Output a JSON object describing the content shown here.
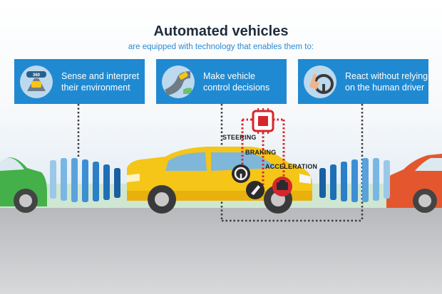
{
  "header": {
    "title": "Automated vehicles",
    "subtitle": "are equipped with technology that enables them to:"
  },
  "cards": [
    {
      "line1": "Sense and interpret",
      "line2": "their environment",
      "icon": "360-camera-road-icon"
    },
    {
      "line1": "Make vehicle",
      "line2": "control decisions",
      "icon": "road-car-icon"
    },
    {
      "line1": "React without relying",
      "line2": "on the human driver",
      "icon": "steering-wheel-hand-icon"
    }
  ],
  "icon_badge": "360",
  "controls": {
    "steering": "STEERING",
    "braking": "BRAKING",
    "acceleration": "ACCELERATION",
    "chip": "CPU"
  },
  "colors": {
    "accent_blue": "#1f8ad2",
    "car_yellow": "#f5c518",
    "car_green": "#3fae3f",
    "car_orange": "#e4572e",
    "control_red": "#d7262b"
  }
}
